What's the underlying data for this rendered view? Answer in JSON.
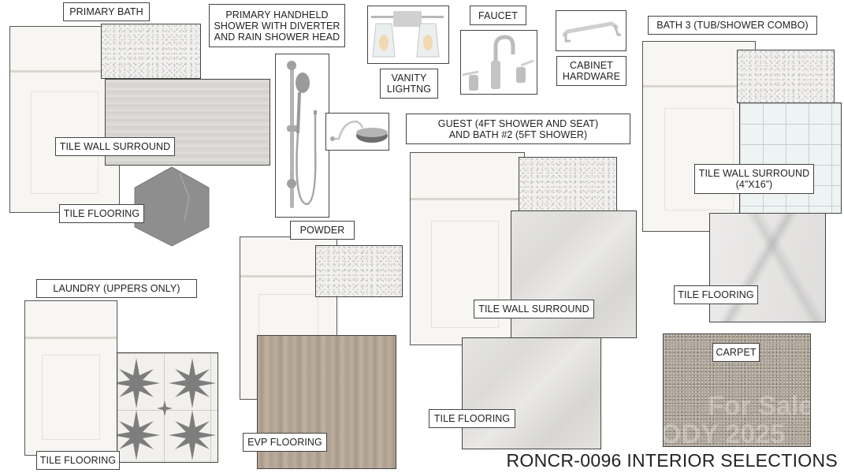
{
  "title": "RONCR-0096 INTERIOR SELECTIONS",
  "sections": {
    "primary_bath": {
      "heading": "PRIMARY BATH",
      "wall_label": "TILE WALL SURROUND",
      "floor_label": "TILE FLOORING"
    },
    "primary_shower": {
      "heading": "PRIMARY HANDHELD\nSHOWER WITH DIVERTER\nAND RAIN SHOWER HEAD"
    },
    "vanity_lighting": {
      "label": "VANITY\nLIGHTNG"
    },
    "faucet": {
      "label": "FAUCET"
    },
    "cabinet_hardware": {
      "label": "CABINET\nHARDWARE"
    },
    "bath3": {
      "heading": "BATH 3 (TUB/SHOWER COMBO)",
      "wall_label": "TILE WALL SURROUND\n(4”X16”)",
      "floor_label": "TILE FLOORING"
    },
    "guest": {
      "heading": "GUEST (4FT SHOWER AND SEAT)\nAND BATH #2 (5FT SHOWER)",
      "wall_label": "TILE WALL SURROUND",
      "floor_label": "TILE FLOORING"
    },
    "powder": {
      "heading": "POWDER",
      "floor_label": "EVP FLOORING"
    },
    "laundry": {
      "heading": "LAUNDRY (UPPERS ONLY)",
      "floor_label": "TILE FLOORING"
    },
    "carpet": {
      "label": "CARPET",
      "watermark_line1": "For Sale",
      "watermark_line2": "ODY 2025"
    }
  },
  "colors": {
    "cabinet_white": "#f7f6f2",
    "border": "#444444",
    "carpet": "#a59d92",
    "wood": "#b3a494",
    "hex_tile": "#8e8e8e"
  }
}
